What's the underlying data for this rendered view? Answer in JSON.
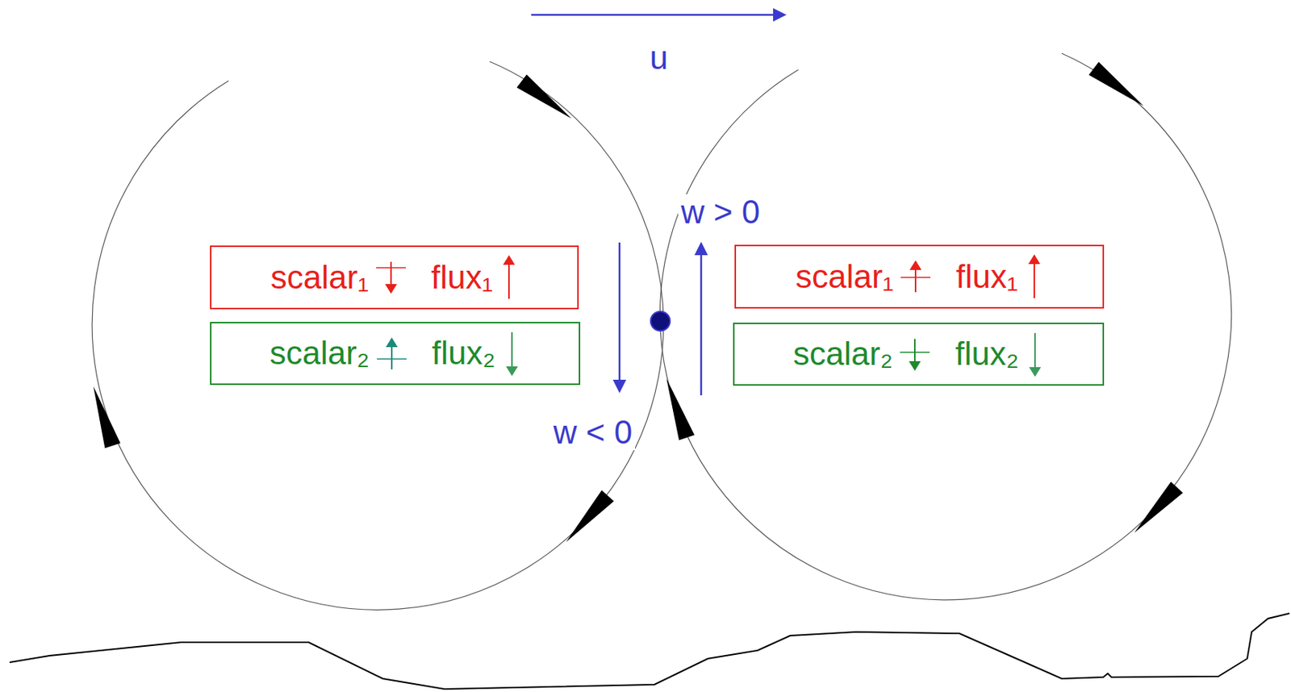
{
  "diagram": {
    "nodes": [
      {
        "text": [
          "scalar₁",
          "flux₁"
        ]
      },
      {
        "text": [
          "scalar₂",
          "flux₂"
        ]
      },
      {
        "text": [
          "scalar₁",
          "flux₁"
        ]
      },
      {
        "text": [
          "scalar₂",
          "flux₂"
        ]
      }
    ],
    "labels": [
      "u",
      "w > 0",
      "w < 0"
    ]
  }
}
